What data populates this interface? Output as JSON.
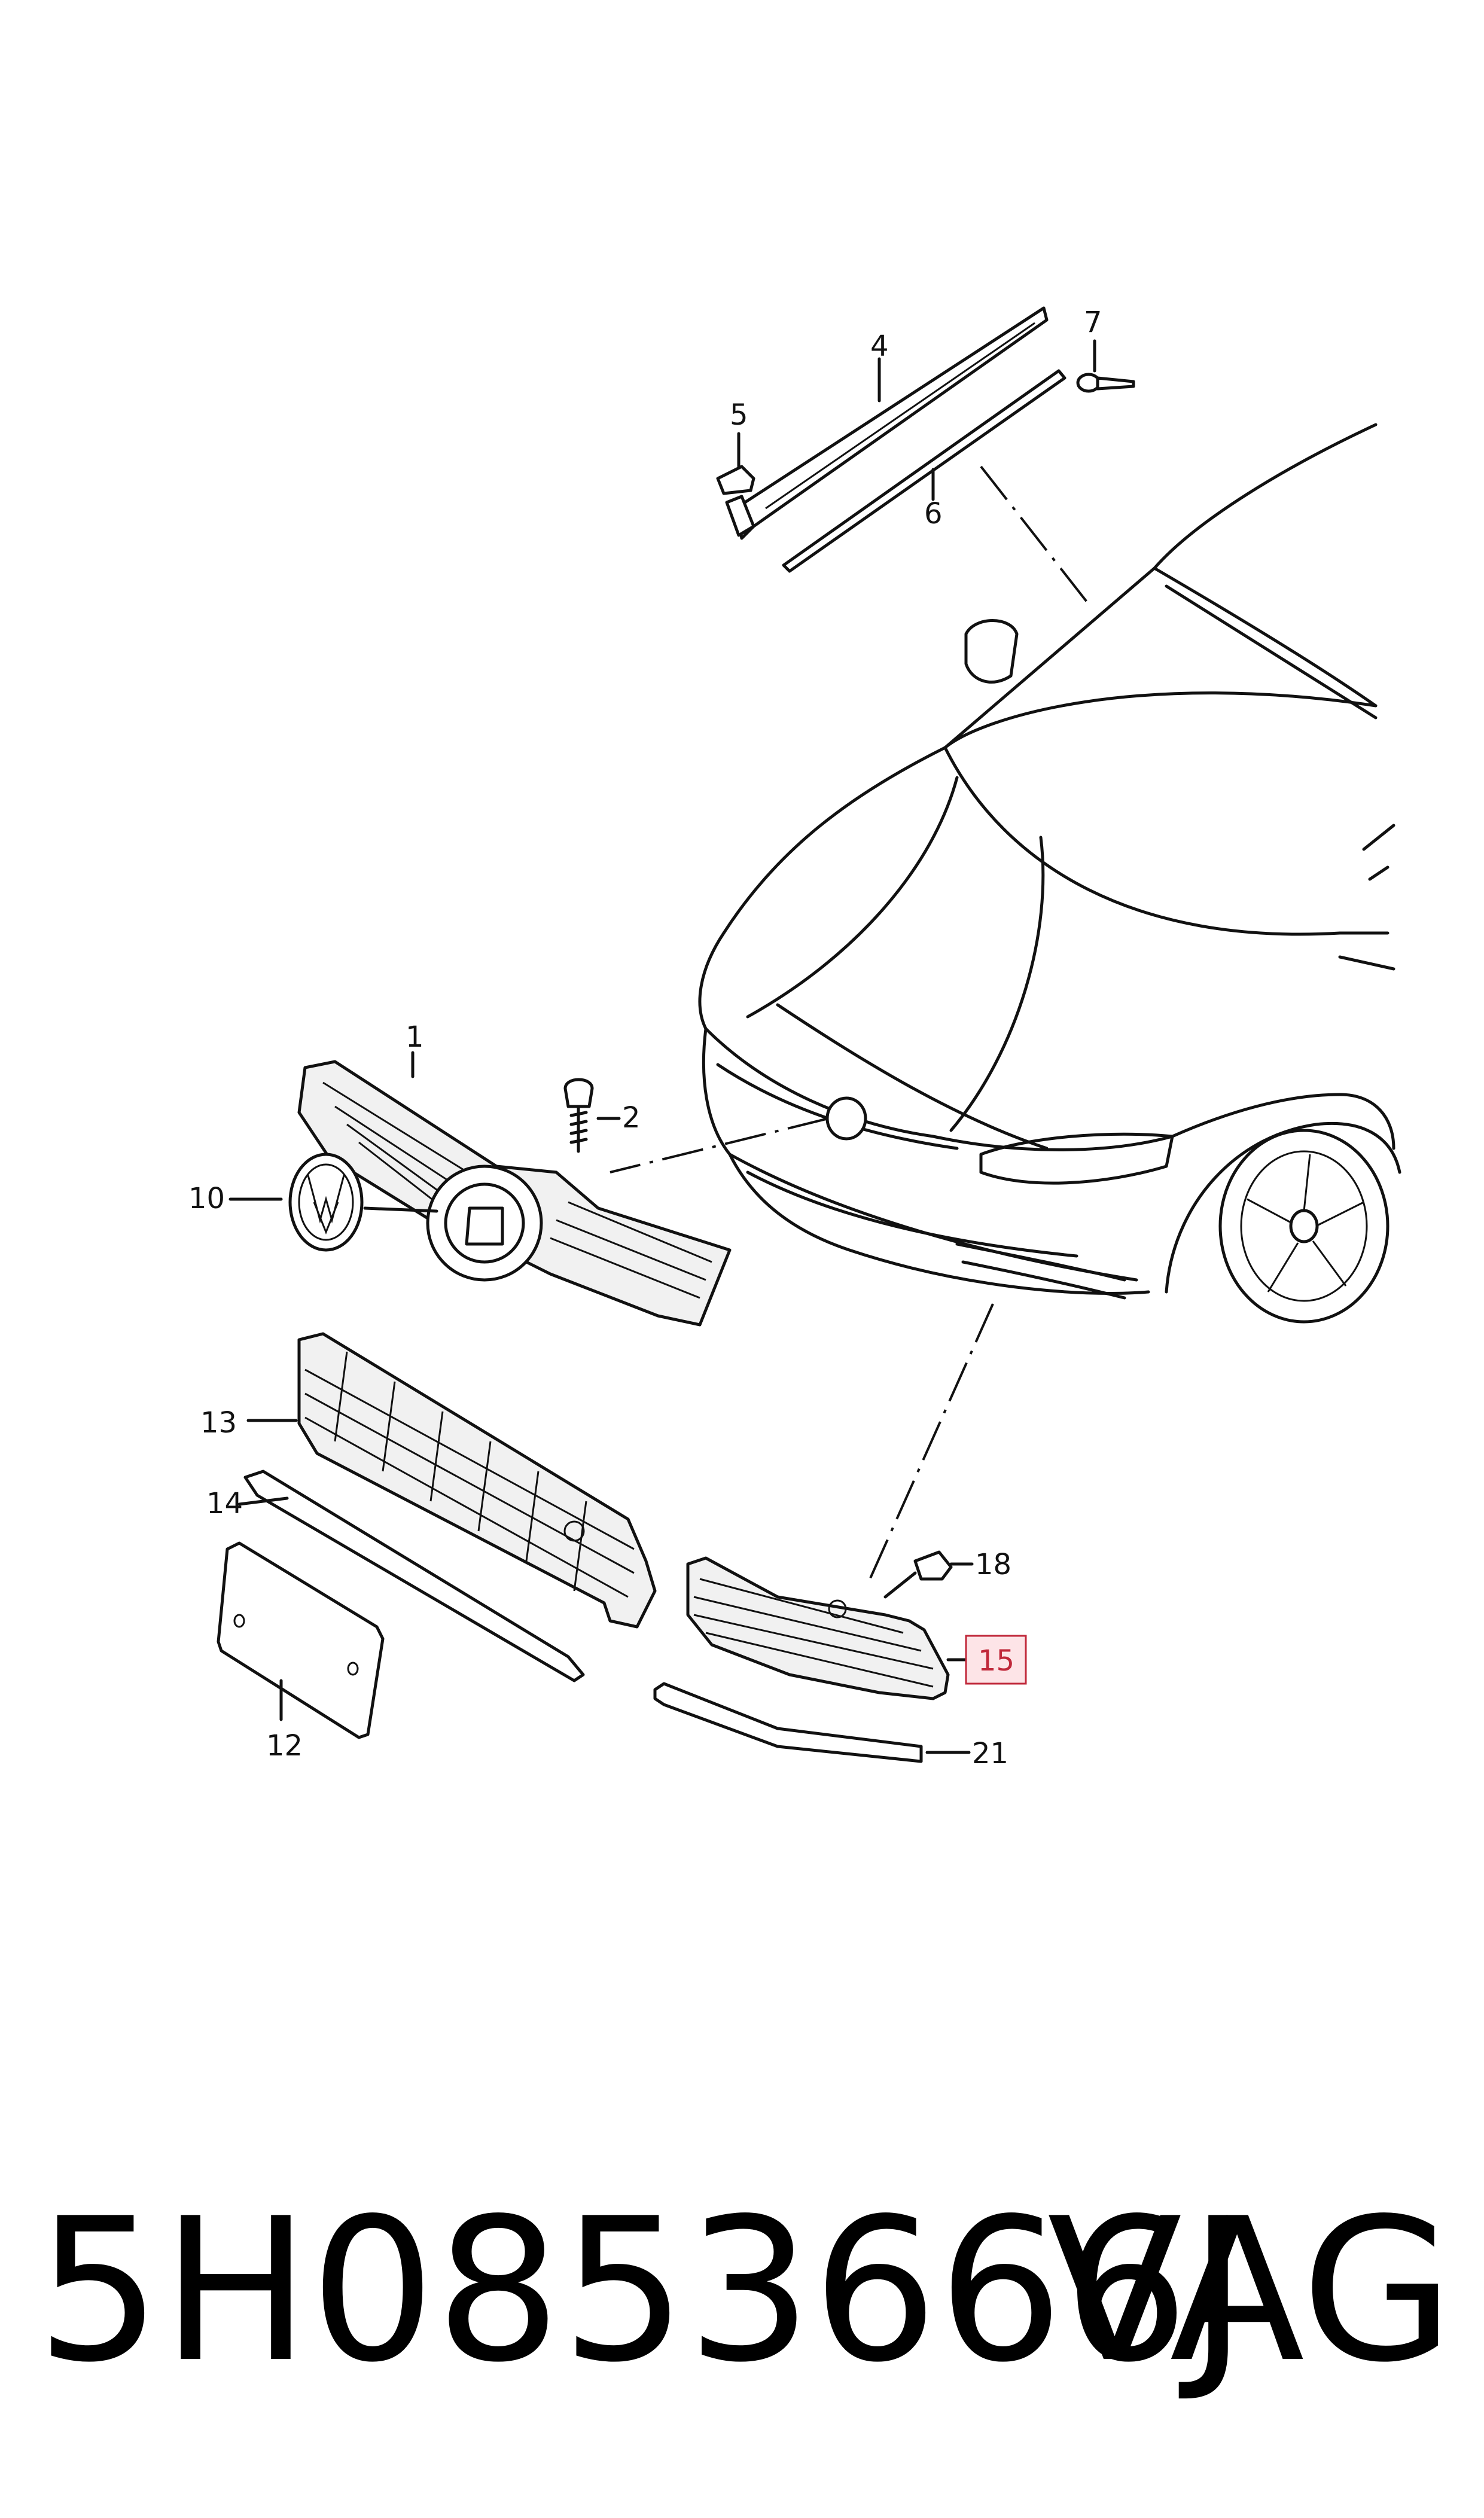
{
  "diagram": {
    "callouts": [
      {
        "id": "1",
        "label": "1"
      },
      {
        "id": "2",
        "label": "2"
      },
      {
        "id": "4",
        "label": "4"
      },
      {
        "id": "5",
        "label": "5"
      },
      {
        "id": "6",
        "label": "6"
      },
      {
        "id": "7",
        "label": "7"
      },
      {
        "id": "10",
        "label": "10"
      },
      {
        "id": "12",
        "label": "12"
      },
      {
        "id": "13",
        "label": "13"
      },
      {
        "id": "14",
        "label": "14"
      },
      {
        "id": "15",
        "label": "15",
        "highlighted": true
      },
      {
        "id": "18",
        "label": "18"
      },
      {
        "id": "21",
        "label": "21"
      }
    ],
    "highlight_color": "#c0283a",
    "highlight_fill": "#fde4e7"
  },
  "caption": {
    "part_number": "5H0853666J",
    "brand": "VAG"
  }
}
